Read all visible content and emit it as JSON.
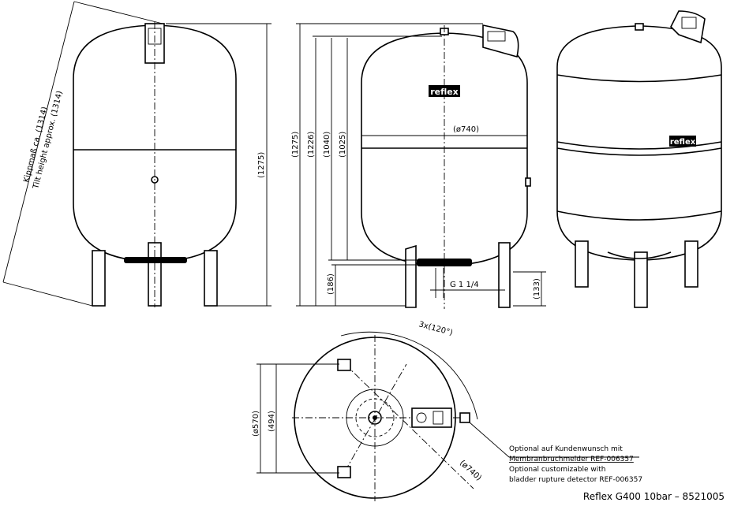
{
  "footer": {
    "title": "Reflex G400 10bar – 8521005"
  },
  "view_front": {
    "tilt_height_de": "Kippmaß ca. (1314)",
    "tilt_height_en": "Tilt height approx. (1314)",
    "height": "(1275)"
  },
  "view_side": {
    "dim_1275": "(1275)",
    "dim_1226": "(1226)",
    "dim_1040": "(1040)",
    "dim_1025": "(1025)",
    "dim_186": "(186)",
    "diameter": "(ø740)",
    "connection": "G 1 1/4",
    "dim_133": "(133)",
    "logo": "reflex"
  },
  "view_iso": {
    "logo": "reflex"
  },
  "view_bottom": {
    "angle": "3x(120°)",
    "dim_570": "(ø570)",
    "dim_494": "(494)",
    "dim_740": "(ø740)",
    "note_de_1": "Optional auf Kundenwunsch mit",
    "note_de_2": "Membranbruchmelder REF-006357",
    "note_en_1": "Optional customizable with",
    "note_en_2": "bladder rupture detector REF-006357"
  }
}
